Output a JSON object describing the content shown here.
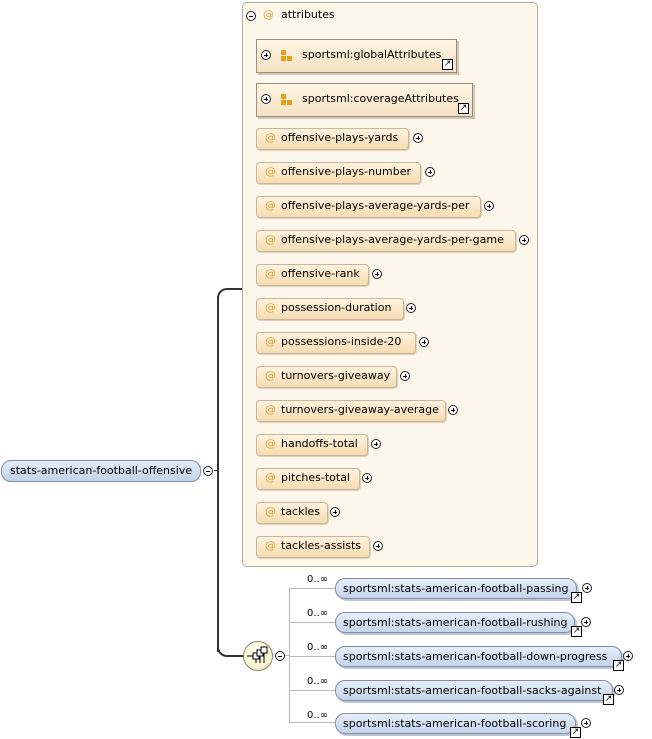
{
  "root": {
    "label": "stats-american-football-offensive"
  },
  "attributes_panel": {
    "label": "attributes",
    "at_symbol": "@",
    "groups": [
      {
        "label": "sportsml:globalAttributes"
      },
      {
        "label": "sportsml:coverageAttributes"
      }
    ],
    "items": [
      {
        "label": "offensive-plays-yards"
      },
      {
        "label": "offensive-plays-number"
      },
      {
        "label": "offensive-plays-average-yards-per"
      },
      {
        "label": "offensive-plays-average-yards-per-game"
      },
      {
        "label": "offensive-rank"
      },
      {
        "label": "possession-duration"
      },
      {
        "label": "possessions-inside-20"
      },
      {
        "label": "turnovers-giveaway"
      },
      {
        "label": "turnovers-giveaway-average"
      },
      {
        "label": "handoffs-total"
      },
      {
        "label": "pitches-total"
      },
      {
        "label": "tackles"
      },
      {
        "label": "tackles-assists"
      }
    ]
  },
  "sequence": {
    "children": [
      {
        "occurrence": "0..∞",
        "label": "sportsml:stats-american-football-passing"
      },
      {
        "occurrence": "0..∞",
        "label": "sportsml:stats-american-football-rushing"
      },
      {
        "occurrence": "0..∞",
        "label": "sportsml:stats-american-football-down-progress"
      },
      {
        "occurrence": "0..∞",
        "label": "sportsml:stats-american-football-sacks-against"
      },
      {
        "occurrence": "0..∞",
        "label": "sportsml:stats-american-football-scoring"
      }
    ]
  },
  "icons": {
    "link": "↗"
  }
}
